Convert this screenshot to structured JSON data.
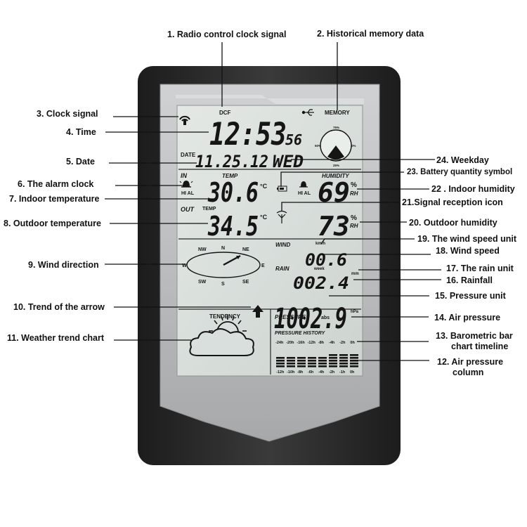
{
  "labels": {
    "l1": "1. Radio control clock signal",
    "l2": "2. Historical memory data",
    "l3": "3. Clock signal",
    "l4": "4. Time",
    "l5": "5.  Date",
    "l6": "6.  The alarm clock",
    "l7": "7. Indoor temperature",
    "l8": "8. Outdoor temperature",
    "l9": "9. Wind direction",
    "l10": "10. Trend of the arrow",
    "l11": "11. Weather trend chart",
    "l12a": "12.  Air pressure",
    "l12b": "column",
    "l13a": "13. Barometric bar",
    "l13b": "chart timeline",
    "l14": "14. Air pressure",
    "l15": "15.  Pressure unit",
    "l16": "16.  Rainfall",
    "l17": "17. The rain  unit",
    "l18": "18. Wind speed",
    "l19": "19. The wind speed unit",
    "l20": "20. Outdoor humidity",
    "l21": "21.Signal reception icon",
    "l22": "22 . Indoor humidity",
    "l23": "23. Battery quantity symbol",
    "l24": "24. Weekday"
  },
  "display": {
    "dcf": "DCF",
    "memory": "MEMORY",
    "time": "12:53",
    "seconds": "56",
    "date_label": "DATE",
    "date": "11.25.12",
    "weekday": "WED",
    "in_label": "IN",
    "temp_label": "TEMP",
    "humidity_label": "HUMIDITY",
    "hi_al": "HI AL",
    "indoor_temp": "30.6",
    "temp_unit": "°C",
    "indoor_humidity": "69",
    "out_label": "OUT",
    "outdoor_temp": "34.5",
    "outdoor_humidity": "73",
    "pct": "%",
    "rh": "RH",
    "compass": {
      "n": "N",
      "ne": "NE",
      "nw": "NW",
      "w": "W",
      "e": "E",
      "sw": "SW",
      "s": "S",
      "se": "SE"
    },
    "wind_label": "WIND",
    "wind_unit": "km/h",
    "wind_speed": "00.6",
    "rain_label": "RAIN",
    "rain_period": "week",
    "rain_unit": "mm",
    "rainfall": "002.4",
    "tendency_label": "TENDENCY",
    "pressure_label": "PRESSURE",
    "pressure_mode": "abs",
    "pressure_unit": "hPa",
    "pressure_value": "1002.9",
    "pressure_history_label": "PRESSURE HISTORY",
    "timeline_top": [
      "-24h",
      "-20h",
      "-16h",
      "-12h",
      "-8h",
      "-4h",
      "-2h",
      "0h"
    ],
    "timeline_bottom": [
      "-12h",
      "-10h",
      "-8h",
      "-6h",
      "-4h",
      "-2h",
      "-1h",
      "0h"
    ],
    "gauge_pcts": [
      "75%",
      "50%",
      "0%",
      "25%"
    ]
  },
  "colors": {
    "case": "#2b2b2b",
    "bezel": "#b9babb",
    "lcd": "#d9dfdc",
    "lcd_ink": "#151515"
  }
}
